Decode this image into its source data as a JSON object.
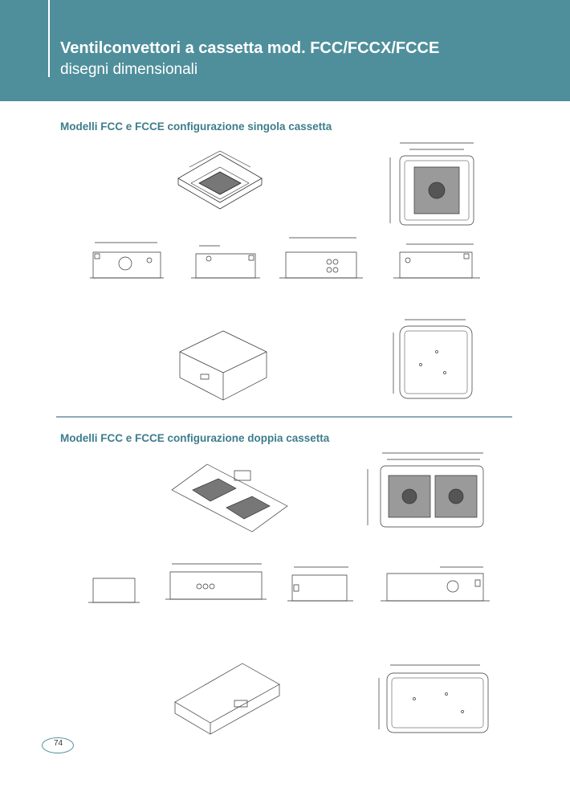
{
  "header": {
    "title": "Ventilconvettori a cassetta mod. FCC/FCCX/FCCE",
    "subtitle": "disegni dimensionali"
  },
  "sections": [
    {
      "title": "Modelli FCC e FCCE configurazione singola cassetta"
    },
    {
      "title": "Modelli FCC e FCCE configurazione doppia cassetta"
    }
  ],
  "page": {
    "number": "74"
  },
  "colors": {
    "header_bg": "#4f8f9c",
    "section_title": "#3d7d8c",
    "divider": "#8fa9b8"
  }
}
